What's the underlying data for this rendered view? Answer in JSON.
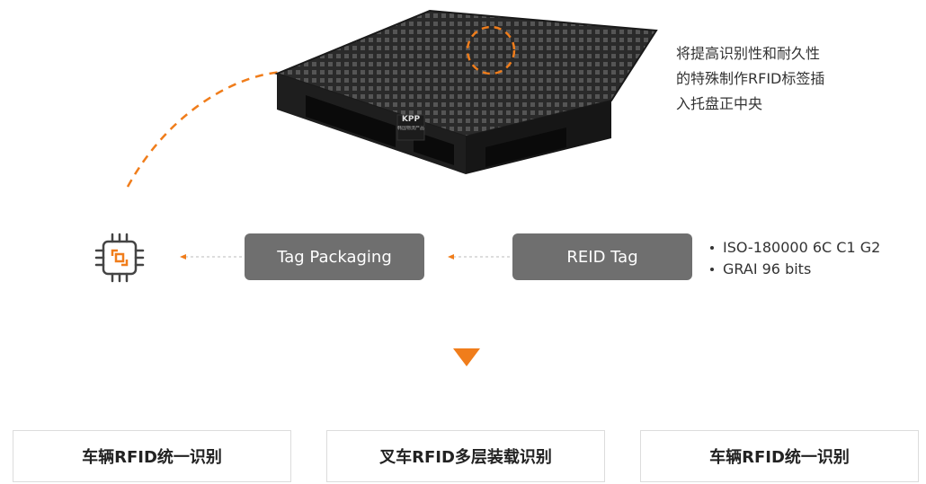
{
  "pallet": {
    "brand_label": "KPP",
    "brand_sub": "韩国物流产品"
  },
  "description_lines": [
    "将提高识别性和耐久性",
    "的特殊制作RFID标签插",
    "入托盘正中央"
  ],
  "flow": {
    "box1_label": "Tag Packaging",
    "box2_label": "REID Tag",
    "specs": [
      "ISO-180000 6C C1 G2",
      "GRAI 96 bits"
    ]
  },
  "bottom_boxes": [
    "车辆RFID统一识别",
    "叉车RFID多层装载识别",
    "车辆RFID统一识别"
  ],
  "colors": {
    "accent": "#f07d1b",
    "box_gray": "#6f6f6f",
    "icon_dark": "#444444"
  },
  "icons": {
    "chip": "rfid-chip-icon",
    "arrow": "triangle-down-icon"
  }
}
